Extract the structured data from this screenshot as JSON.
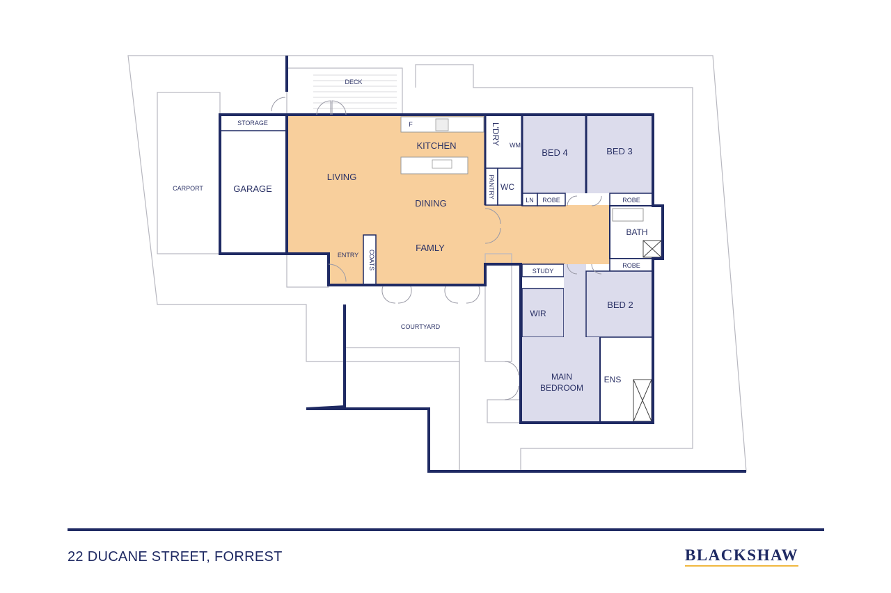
{
  "plan": {
    "rooms": {
      "deck": "DECK",
      "storage": "STORAGE",
      "carport": "CARPORT",
      "garage": "GARAGE",
      "living": "LIVING",
      "kitchen": "KITCHEN",
      "fridge": "F",
      "dining": "DINING",
      "family": "FAMLY",
      "entry": "ENTRY",
      "coats": "COATS",
      "laundry": "L'DRY",
      "wm": "WM",
      "pantry": "PANTRY",
      "wc": "WC",
      "linen": "LN",
      "bed4": "BED 4",
      "bed4_robe": "ROBE",
      "bed3": "BED 3",
      "bed3_robe": "ROBE",
      "bath": "BATH",
      "bed2_robe": "ROBE",
      "study": "STUDY",
      "wir": "WIR",
      "bed2": "BED 2",
      "main_bedroom_1": "MAIN",
      "main_bedroom_2": "BEDROOM",
      "ensuite": "ENS",
      "courtyard": "COURTYARD"
    },
    "colors": {
      "living_zone": "#f8cf9c",
      "bed_zone": "#dcdcec",
      "walls": "#1f2a63",
      "logo_underline": "#f0b840"
    }
  },
  "footer": {
    "address": "22 DUCANE STREET, FORREST",
    "brand": "BLACKSHAW"
  }
}
